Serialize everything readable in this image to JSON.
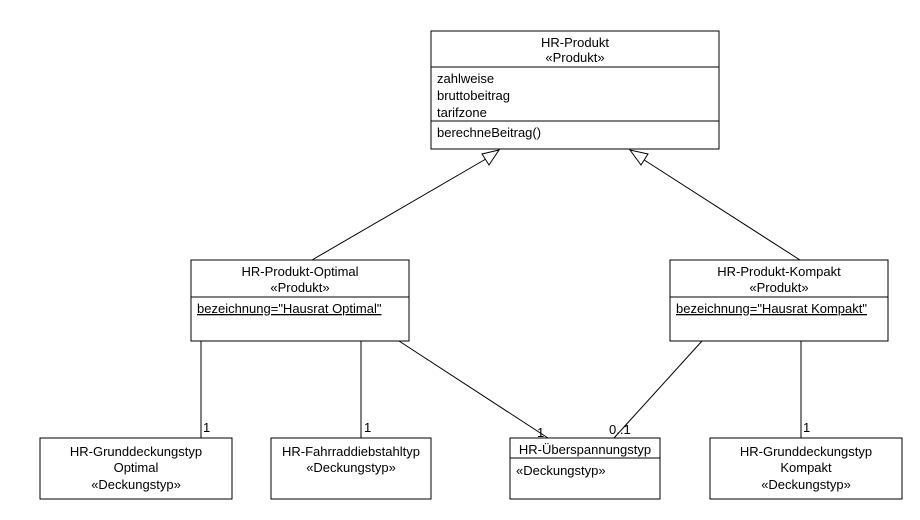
{
  "classes": {
    "hr_produkt": {
      "name": "HR-Produkt",
      "stereotype": "«Produkt»",
      "attributes": [
        "zahlweise",
        "bruttobeitrag",
        "tarifzone"
      ],
      "operations": [
        "berechneBeitrag()"
      ]
    },
    "optimal": {
      "name": "HR-Produkt-Optimal",
      "stereotype": "«Produkt»",
      "attribute": "bezeichnung=\"Hausrat Optimal\""
    },
    "kompakt": {
      "name": "HR-Produkt-Kompakt",
      "stereotype": "«Produkt»",
      "attribute": "bezeichnung=\"Hausrat Kompakt\""
    },
    "grund_optimal": {
      "lines": [
        "HR-Grunddeckungstyp",
        "Optimal",
        "«Deckungstyp»"
      ]
    },
    "fahrrad": {
      "lines": [
        "HR-Fahrraddiebstahltyp",
        "«Deckungstyp»"
      ]
    },
    "ueberspannung": {
      "name": "HR-Überspannungstyp",
      "stereotype": "«Deckungstyp»"
    },
    "grund_kompakt": {
      "lines": [
        "HR-Grunddeckungstyp",
        "Kompakt",
        "«Deckungstyp»"
      ]
    }
  },
  "multiplicities": {
    "grund_optimal": "1",
    "fahrrad": "1",
    "ueberspannung_from_optimal": "1",
    "ueberspannung_from_kompakt": "0..1",
    "grund_kompakt": "1"
  }
}
